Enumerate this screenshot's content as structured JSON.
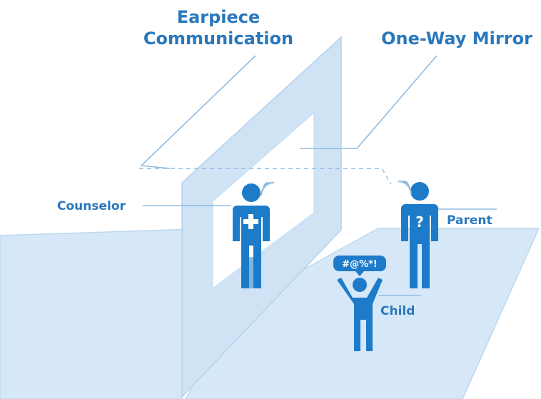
{
  "labels": {
    "earpiece_line1": "Earpiece",
    "earpiece_line2": "Communication",
    "mirror": "One-Way Mirror",
    "counselor": "Counselor",
    "parent": "Parent",
    "child": "Child",
    "speech_bubble": "#@%*!",
    "counselor_symbol": "+",
    "parent_symbol": "?"
  },
  "colors": {
    "figure": "#1d7bc9",
    "label": "#2a78bd",
    "plane": "#d6e8f7",
    "line": "#8fbce3"
  },
  "icons": [
    "wifi-signal-icon",
    "plus-cross-icon",
    "question-mark-icon",
    "speech-bubble-icon"
  ]
}
